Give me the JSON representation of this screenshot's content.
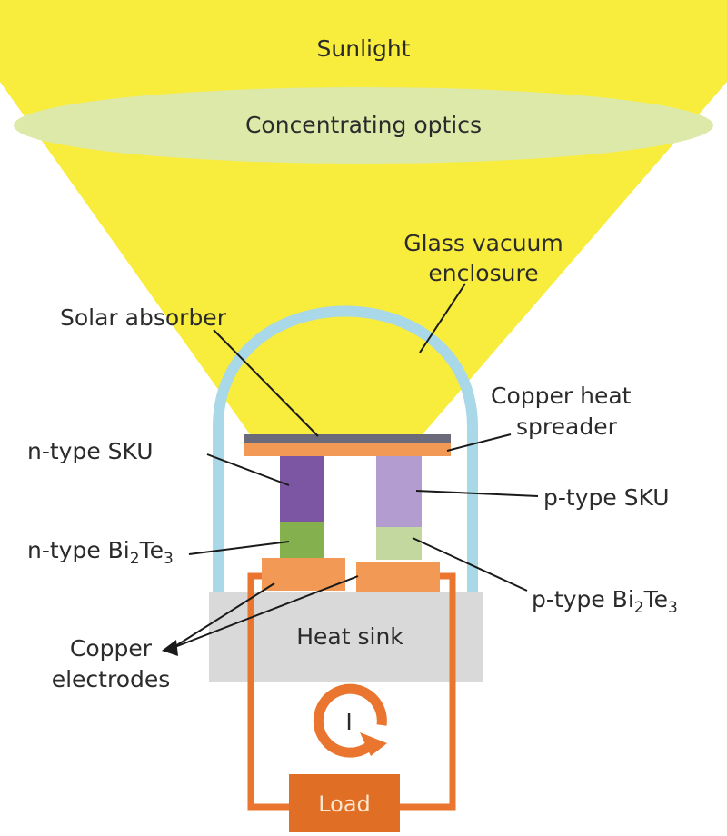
{
  "labels": {
    "sunlight": "Sunlight",
    "optics": "Concentrating optics",
    "glass_line1": "Glass vacuum",
    "glass_line2": "enclosure",
    "solar_absorber": "Solar absorber",
    "copper_spreader_line1": "Copper heat",
    "copper_spreader_line2": "spreader",
    "n_sku": "n-type SKU",
    "p_sku": "p-type SKU",
    "n_bite_prefix": "n-type Bi",
    "n_bite_sub1": "2",
    "n_bite_mid": "Te",
    "n_bite_sub2": "3",
    "p_bite_prefix": "p-type Bi",
    "p_bite_sub1": "2",
    "p_bite_mid": "Te",
    "p_bite_sub2": "3",
    "heat_sink": "Heat sink",
    "electrodes_line1": "Copper",
    "electrodes_line2": "electrodes",
    "current": "I",
    "load": "Load"
  },
  "colors": {
    "sunlight": "#f8ec3c",
    "optics": "#dde9a8",
    "glass": "#a9d8e8",
    "absorber": "#6a6a7a",
    "copper": "#f29a55",
    "n_sku": "#7d56a3",
    "p_sku": "#b39ccf",
    "n_bite": "#84b04d",
    "p_bite": "#c3d89e",
    "heat_sink": "#d9d9d9",
    "circuit": "#e9752f",
    "load_box": "#e06e24"
  }
}
